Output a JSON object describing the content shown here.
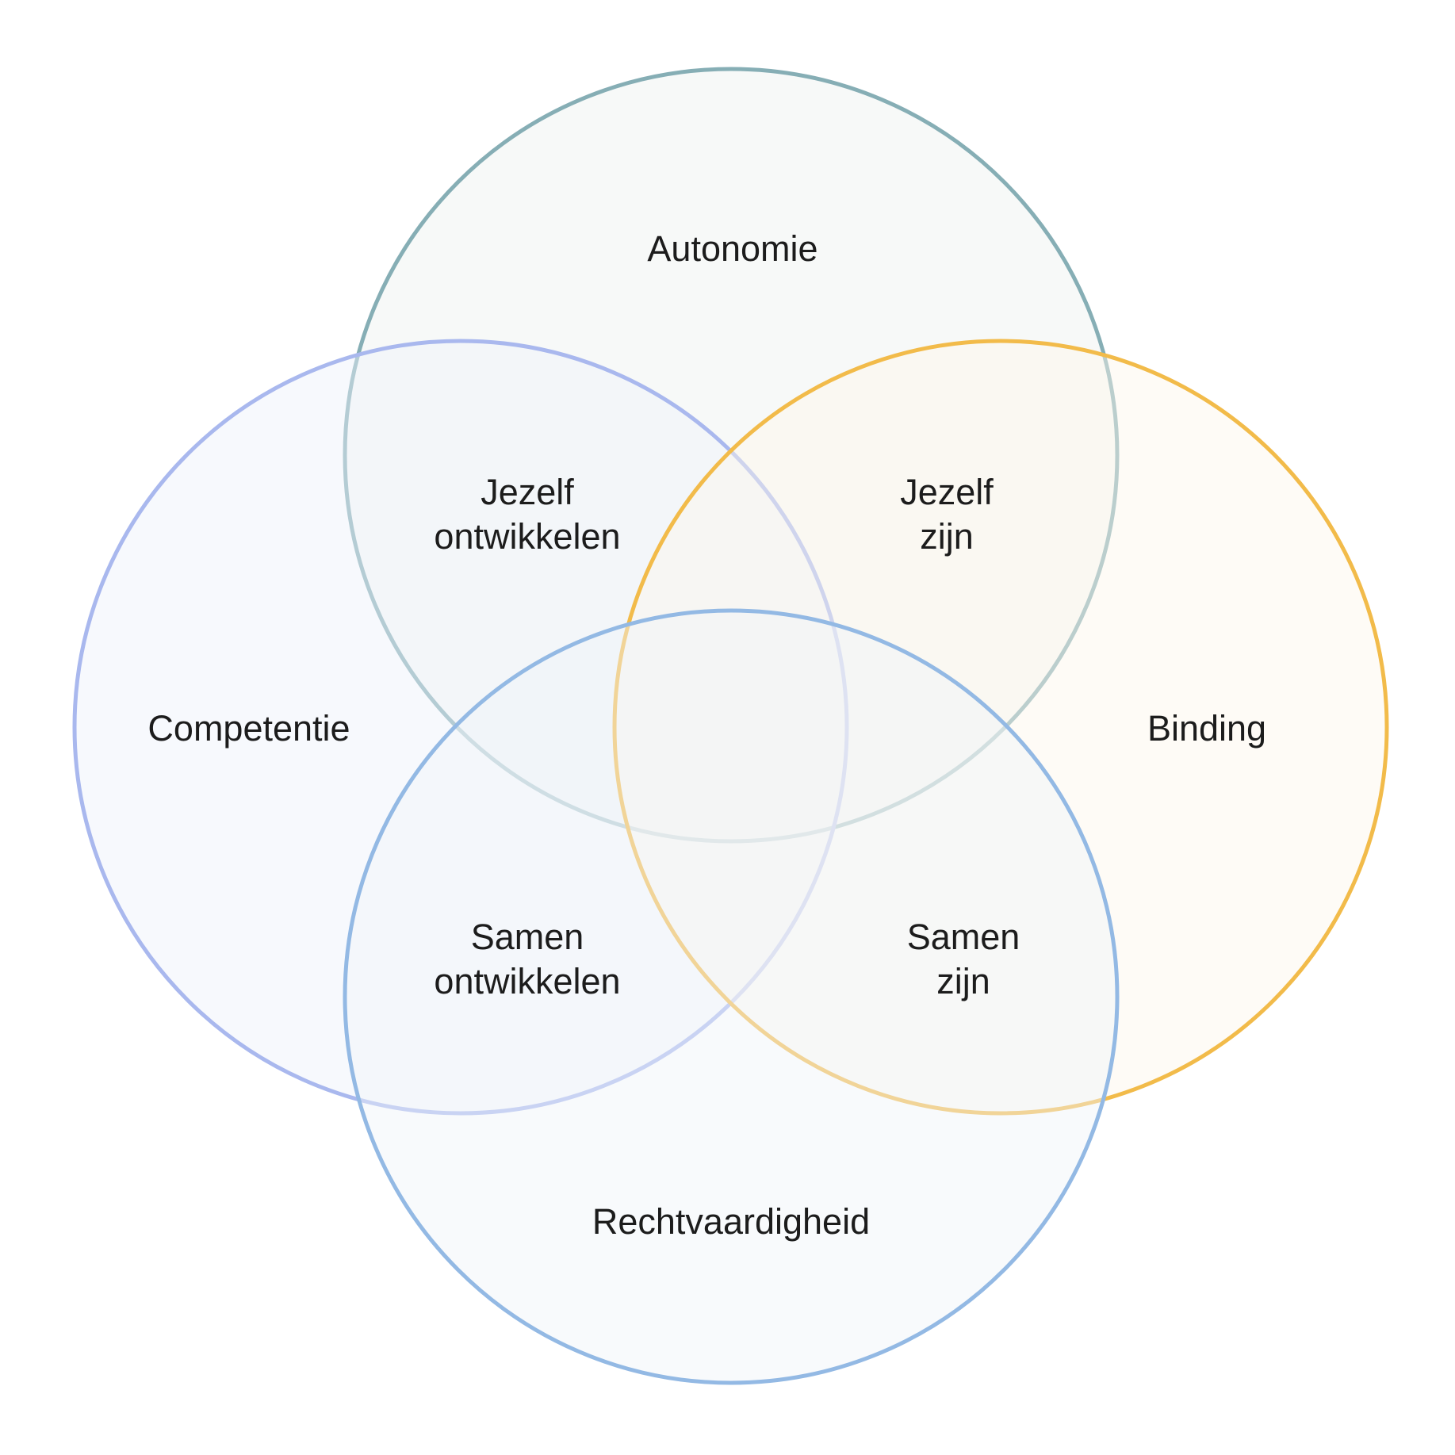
{
  "diagram": {
    "circles": [
      {
        "id": "autonomie",
        "label": "Autonomie",
        "stroke": "#86aeb5",
        "fill": "#eef2ef"
      },
      {
        "id": "competentie",
        "label": "Competentie",
        "stroke": "#a9b8ee",
        "fill": "#eef1fb"
      },
      {
        "id": "binding",
        "label": "Binding",
        "stroke": "#f2bb4a",
        "fill": "#fcf6eb"
      },
      {
        "id": "rechtvaardigheid",
        "label": "Rechtvaardigheid",
        "stroke": "#93b9e4",
        "fill": "#eff3f8"
      }
    ],
    "overlaps": [
      {
        "id": "jezelf-ontwikkelen",
        "lines": [
          "Jezelf",
          "ontwikkelen"
        ]
      },
      {
        "id": "jezelf-zijn",
        "lines": [
          "Jezelf",
          "zijn"
        ]
      },
      {
        "id": "samen-ontwikkelen",
        "lines": [
          "Samen",
          "ontwikkelen"
        ]
      },
      {
        "id": "samen-zijn",
        "lines": [
          "Samen",
          "zijn"
        ]
      }
    ],
    "background": "#ffffff"
  }
}
